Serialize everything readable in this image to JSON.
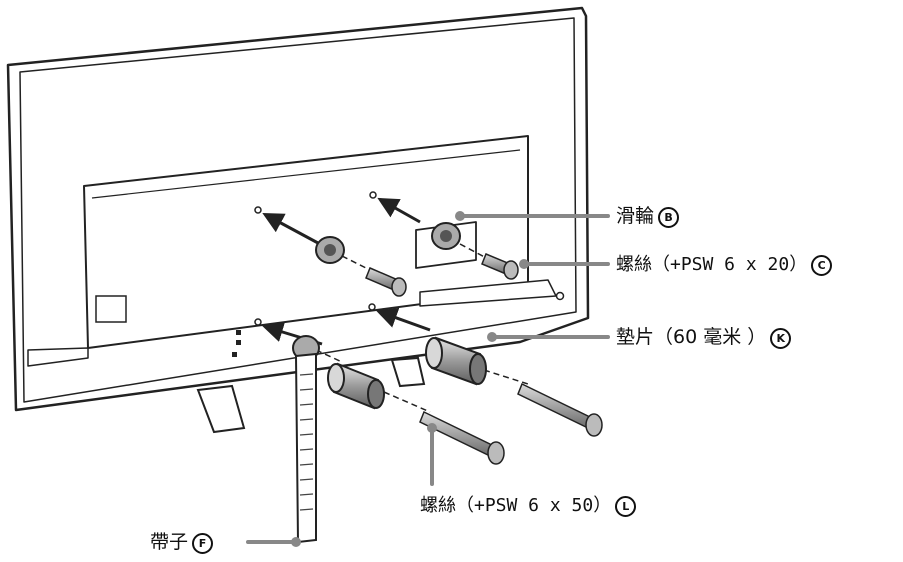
{
  "labels": {
    "pulley": {
      "text": "滑輪",
      "badge": "B"
    },
    "screw_c": {
      "text": "螺絲（+PSW 6 x 20）",
      "badge": "C"
    },
    "spacer": {
      "text": "墊片（60 毫米 ）",
      "badge": "K"
    },
    "screw_l": {
      "text": "螺絲（+PSW 6 x 50）",
      "badge": "L"
    },
    "strap": {
      "text": "帶子",
      "badge": "F"
    }
  },
  "colors": {
    "line": "#222222",
    "part": "#888888",
    "part_light": "#cfcfcf",
    "tv": "#ffffff"
  }
}
